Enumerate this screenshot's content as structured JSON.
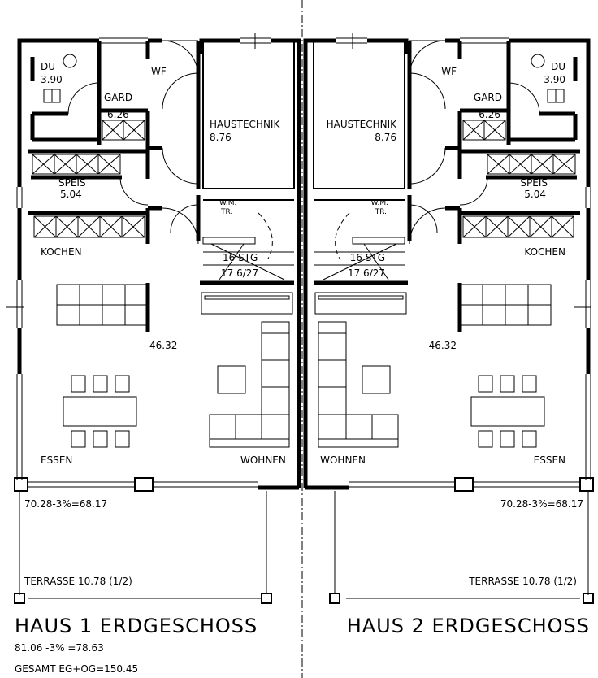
{
  "house1": {
    "du": "DU",
    "du_area": "3.90",
    "wf": "WF",
    "gard": "GARD",
    "gard_area": "6.26",
    "haustechnik": "HAUSTECHNIK",
    "haustechnik_area": "8.76",
    "speis": "SPEIS",
    "speis_area": "5.04",
    "wm": "W.M.",
    "tr": "TR.",
    "kochen": "KOCHEN",
    "stg": "16 STG",
    "stg_dim": "17 6/27",
    "living_area": "46.32",
    "essen": "ESSEN",
    "wohnen": "WOHNEN",
    "area_calc": "70.28-3%=68.17",
    "terrasse": "TERRASSE 10.78 (1/2)",
    "title": "HAUS 1 ERDGESCHOSS",
    "calc": "81.06 -3% =78.63",
    "total": "GESAMT EG+OG=150.45"
  },
  "house2": {
    "du": "DU",
    "du_area": "3.90",
    "wf": "WF",
    "gard": "GARD",
    "gard_area": "6.26",
    "haustechnik": "HAUSTECHNIK",
    "haustechnik_area": "8.76",
    "speis": "SPEIS",
    "speis_area": "5.04",
    "wm": "W.M.",
    "tr": "TR.",
    "kochen": "KOCHEN",
    "stg": "16 STG",
    "stg_dim": "17 6/27",
    "living_area": "46.32",
    "essen": "ESSEN",
    "wohnen": "WOHNEN",
    "area_calc": "70.28-3%=68.17",
    "terrasse": "TERRASSE 10.78 (1/2)",
    "title": "HAUS 2 ERDGESCHOSS"
  }
}
